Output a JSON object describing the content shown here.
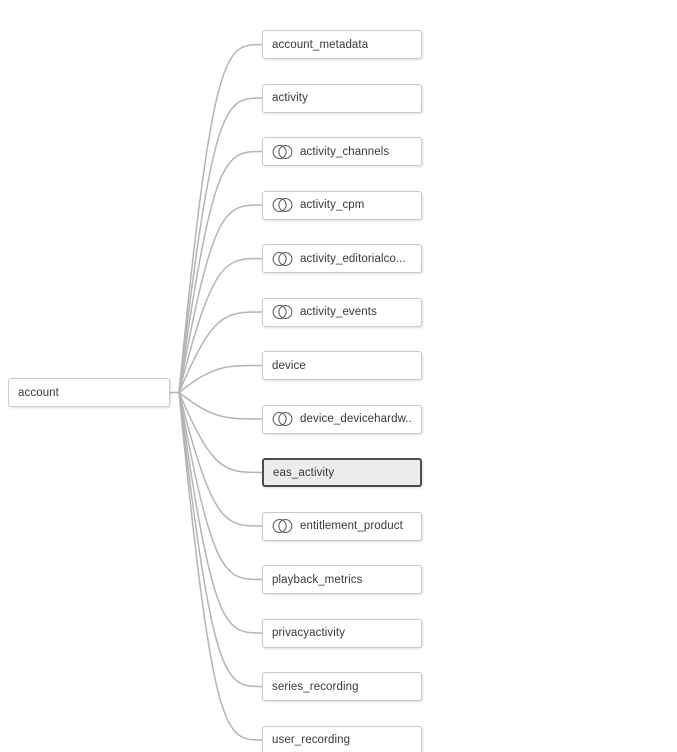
{
  "canvas": {
    "background_color": "#ffffff",
    "link_color": "#b4b4b4",
    "node_border_color": "#c9c9c9",
    "node_text_color": "#383838",
    "selected_border_color": "#4d4d4d",
    "selected_background_color": "#ececec"
  },
  "tree": {
    "root": {
      "label": "account",
      "icon": null,
      "selected": false
    },
    "children": [
      {
        "label": "account_metadata",
        "icon": null,
        "selected": false
      },
      {
        "label": "activity",
        "icon": null,
        "selected": false
      },
      {
        "label": "activity_channels",
        "icon": "venn-overlap-icon",
        "selected": false
      },
      {
        "label": "activity_cpm",
        "icon": "venn-overlap-icon",
        "selected": false
      },
      {
        "label": "activity_editorialco...",
        "icon": "venn-overlap-icon",
        "selected": false
      },
      {
        "label": "activity_events",
        "icon": "venn-overlap-icon",
        "selected": false
      },
      {
        "label": "device",
        "icon": null,
        "selected": false
      },
      {
        "label": "device_devicehardw...",
        "icon": "venn-overlap-icon",
        "selected": false
      },
      {
        "label": "eas_activity",
        "icon": null,
        "selected": true
      },
      {
        "label": "entitlement_product",
        "icon": "venn-overlap-icon",
        "selected": false
      },
      {
        "label": "playback_metrics",
        "icon": null,
        "selected": false
      },
      {
        "label": "privacyactivity",
        "icon": null,
        "selected": false
      },
      {
        "label": "series_recording",
        "icon": null,
        "selected": false
      },
      {
        "label": "user_recording",
        "icon": null,
        "selected": false
      }
    ]
  }
}
